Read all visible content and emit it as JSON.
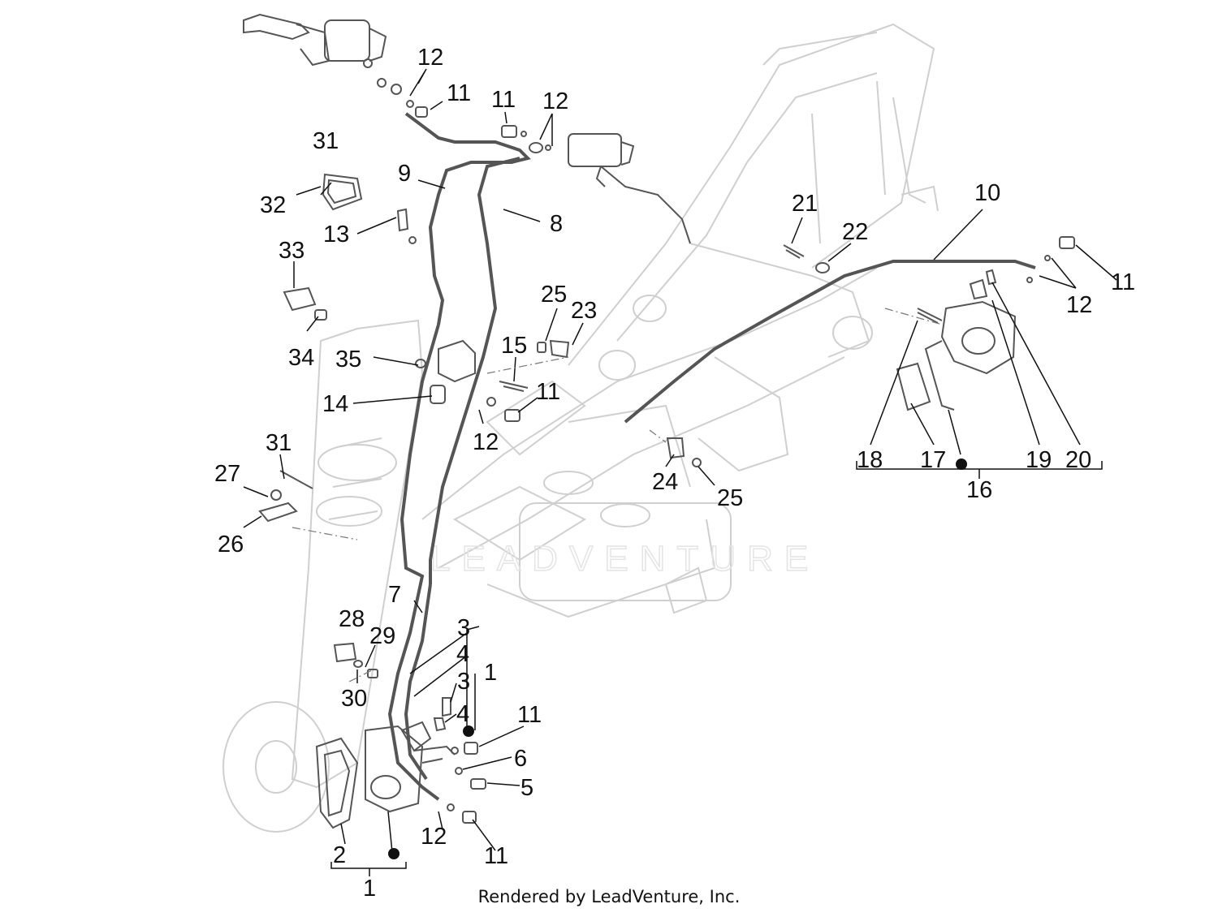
{
  "callouts": [
    "1",
    "2",
    "3",
    "4",
    "5",
    "6",
    "7",
    "8",
    "9",
    "10",
    "11",
    "12",
    "13",
    "14",
    "15",
    "16",
    "17",
    "18",
    "19",
    "20",
    "21",
    "22",
    "23",
    "24",
    "25",
    "26",
    "27",
    "28",
    "29",
    "30",
    "31",
    "32",
    "33",
    "34",
    "35"
  ],
  "watermark": "LEADVENTURE",
  "footer": "Rendered by LeadVenture, Inc."
}
